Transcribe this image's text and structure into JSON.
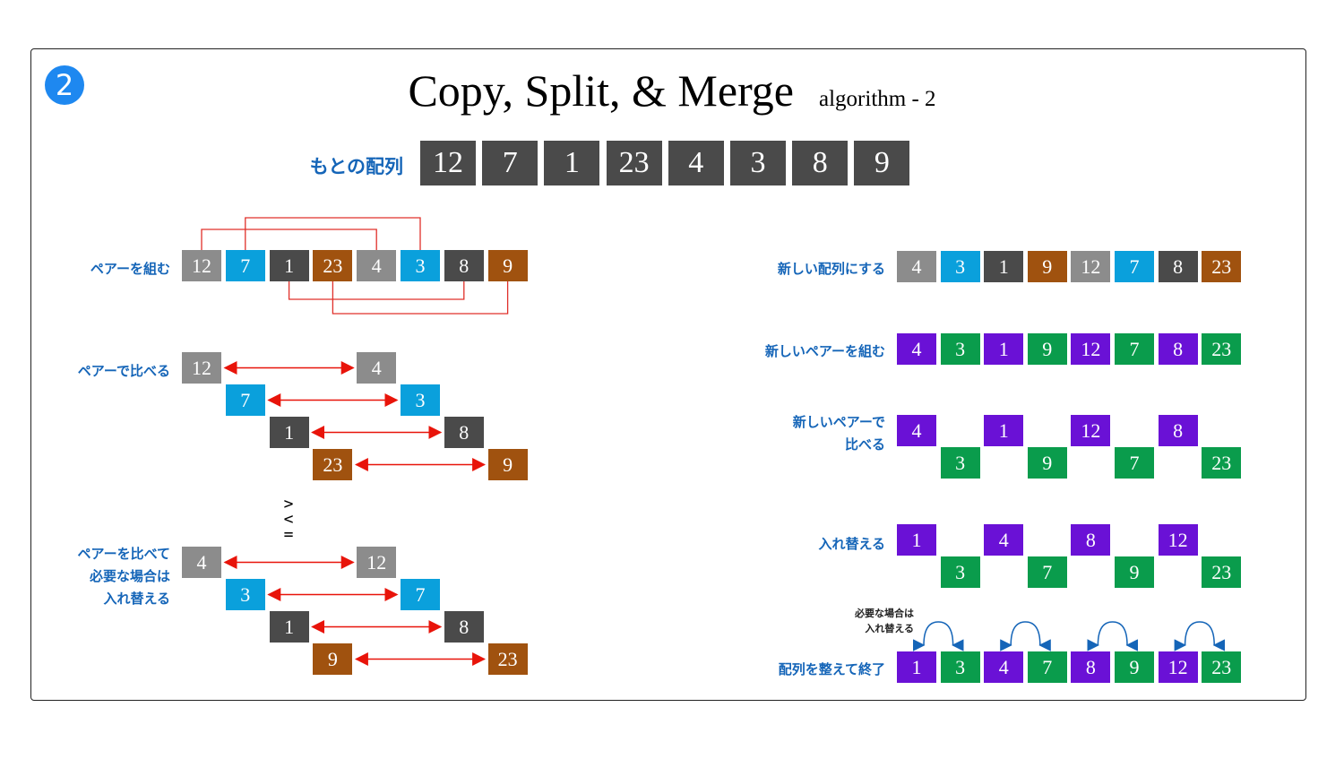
{
  "badge": "2",
  "title": "Copy, Split, & Merge",
  "subtitle": "algorithm - 2",
  "colors": {
    "gray": "#8c8c8c",
    "cyan": "#0aa0dc",
    "dark": "#4a4a4a",
    "brown": "#a0520f",
    "purple": "#6a11d6",
    "green": "#0a9c4c",
    "line": "#e0302a",
    "arrow": "#e8140a",
    "label": "#1565b8"
  },
  "original": {
    "label": "もとの配列",
    "values": [
      "12",
      "7",
      "1",
      "23",
      "4",
      "3",
      "8",
      "9"
    ]
  },
  "steps": [
    {
      "label": "ペアーを組む",
      "values": [
        "12",
        "7",
        "1",
        "23",
        "4",
        "3",
        "8",
        "9"
      ],
      "colors": [
        "gray",
        "cyan",
        "dark",
        "brown",
        "gray",
        "cyan",
        "dark",
        "brown"
      ]
    },
    {
      "label": "ペアーで比べる",
      "pairs": [
        [
          "12",
          "4"
        ],
        [
          "7",
          "3"
        ],
        [
          "1",
          "8"
        ],
        [
          "23",
          "9"
        ]
      ],
      "colors": [
        "gray",
        "cyan",
        "dark",
        "brown"
      ]
    },
    {
      "operators": ">\n<\n="
    },
    {
      "label": "ペアーを比べて\n必要な場合は\n入れ替える",
      "pairs": [
        [
          "4",
          "12"
        ],
        [
          "3",
          "7"
        ],
        [
          "1",
          "8"
        ],
        [
          "9",
          "23"
        ]
      ],
      "colors": [
        "gray",
        "cyan",
        "dark",
        "brown"
      ]
    },
    {
      "label": "新しい配列にする",
      "values": [
        "4",
        "3",
        "1",
        "9",
        "12",
        "7",
        "8",
        "23"
      ],
      "colors": [
        "gray",
        "cyan",
        "dark",
        "brown",
        "gray",
        "cyan",
        "dark",
        "brown"
      ]
    },
    {
      "label": "新しいペアーを組む",
      "values": [
        "4",
        "3",
        "1",
        "9",
        "12",
        "7",
        "8",
        "23"
      ],
      "colors": [
        "purple",
        "green",
        "purple",
        "green",
        "purple",
        "green",
        "purple",
        "green"
      ]
    },
    {
      "label": "新しいペアーで\n比べる",
      "values": [
        "4",
        "3",
        "1",
        "9",
        "12",
        "7",
        "8",
        "23"
      ],
      "colors": [
        "purple",
        "green",
        "purple",
        "green",
        "purple",
        "green",
        "purple",
        "green"
      ]
    },
    {
      "label": "入れ替える",
      "values": [
        "1",
        "3",
        "4",
        "7",
        "8",
        "9",
        "12",
        "23"
      ],
      "colors": [
        "purple",
        "green",
        "purple",
        "green",
        "purple",
        "green",
        "purple",
        "green"
      ]
    },
    {
      "note": "必要な場合は\n入れ替える",
      "label": "配列を整えて終了",
      "values": [
        "1",
        "3",
        "4",
        "7",
        "8",
        "9",
        "12",
        "23"
      ],
      "colors": [
        "purple",
        "green",
        "purple",
        "green",
        "purple",
        "green",
        "purple",
        "green"
      ]
    }
  ]
}
